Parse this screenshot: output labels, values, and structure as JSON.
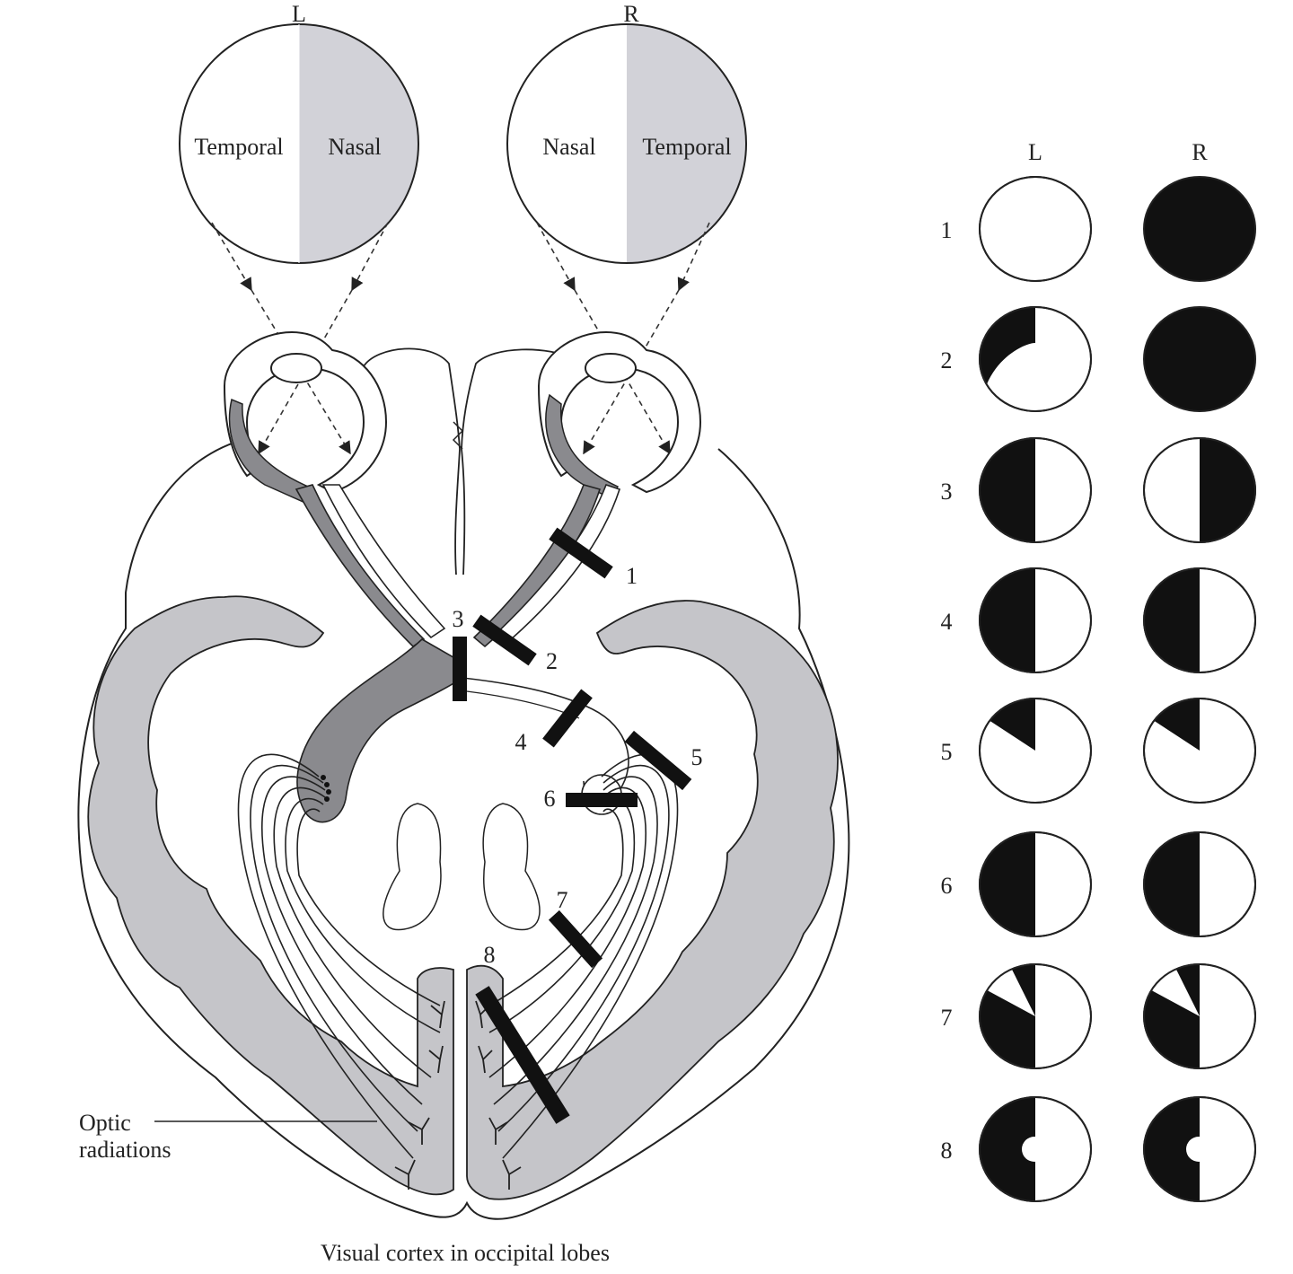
{
  "visual_fields": {
    "left": {
      "letter": "L",
      "temporal": "Temporal",
      "nasal": "Nasal"
    },
    "right": {
      "letter": "R",
      "nasal": "Nasal",
      "temporal": "Temporal"
    }
  },
  "lesion_numbers": [
    "1",
    "2",
    "3",
    "4",
    "5",
    "6",
    "7",
    "8"
  ],
  "labels": {
    "optic_line1": "Optic",
    "optic_line2": "radiations",
    "cortex": "Visual cortex in occipital lobes"
  },
  "deficit_table": {
    "header_left": "L",
    "header_right": "R",
    "rows": [
      {
        "num": "1",
        "left": "none",
        "right": "full"
      },
      {
        "num": "2",
        "left": "upper-temporal quadrant (junctional scotoma)",
        "right": "full"
      },
      {
        "num": "3",
        "left": "left half",
        "right": "right half"
      },
      {
        "num": "4",
        "left": "left half",
        "right": "left half"
      },
      {
        "num": "5",
        "left": "upper-left wedge",
        "right": "upper-left wedge"
      },
      {
        "num": "6",
        "left": "left half",
        "right": "left half"
      },
      {
        "num": "7",
        "left": "left half, upper-left wedge spared",
        "right": "left half, upper-left wedge spared"
      },
      {
        "num": "8",
        "left": "left half with macular sparing",
        "right": "left half with macular sparing"
      }
    ]
  },
  "colors": {
    "field_shade": "#d2d2d8",
    "cortex_gray": "#c5c5c9",
    "tract_gray": "#8a8a8e",
    "lesion_black": "#111111"
  }
}
